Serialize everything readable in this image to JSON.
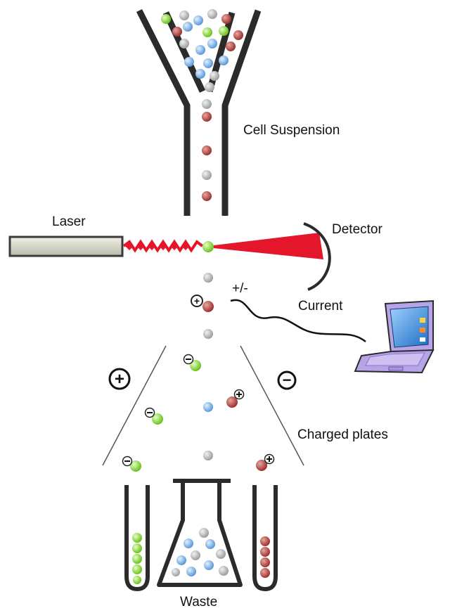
{
  "labels": {
    "cell_suspension": "Cell Suspension",
    "laser": "Laser",
    "detector": "Detector",
    "charge": "+/-",
    "current": "Current",
    "charged_plates": "Charged plates",
    "waste": "Waste"
  },
  "symbols": {
    "plus": "+",
    "minus": "−"
  },
  "colors": {
    "outline": "#2b2b2b",
    "green_cell": "#7ed321",
    "blue_cell": "#6aa6e0",
    "red_cell": "#b0413e",
    "grey_cell": "#b8b8b8",
    "laser_body": "#d8d8c8",
    "laser_beam": "#e4162b",
    "laptop": "#b7a3e8",
    "laptop_screen": "#3f8fd8"
  }
}
